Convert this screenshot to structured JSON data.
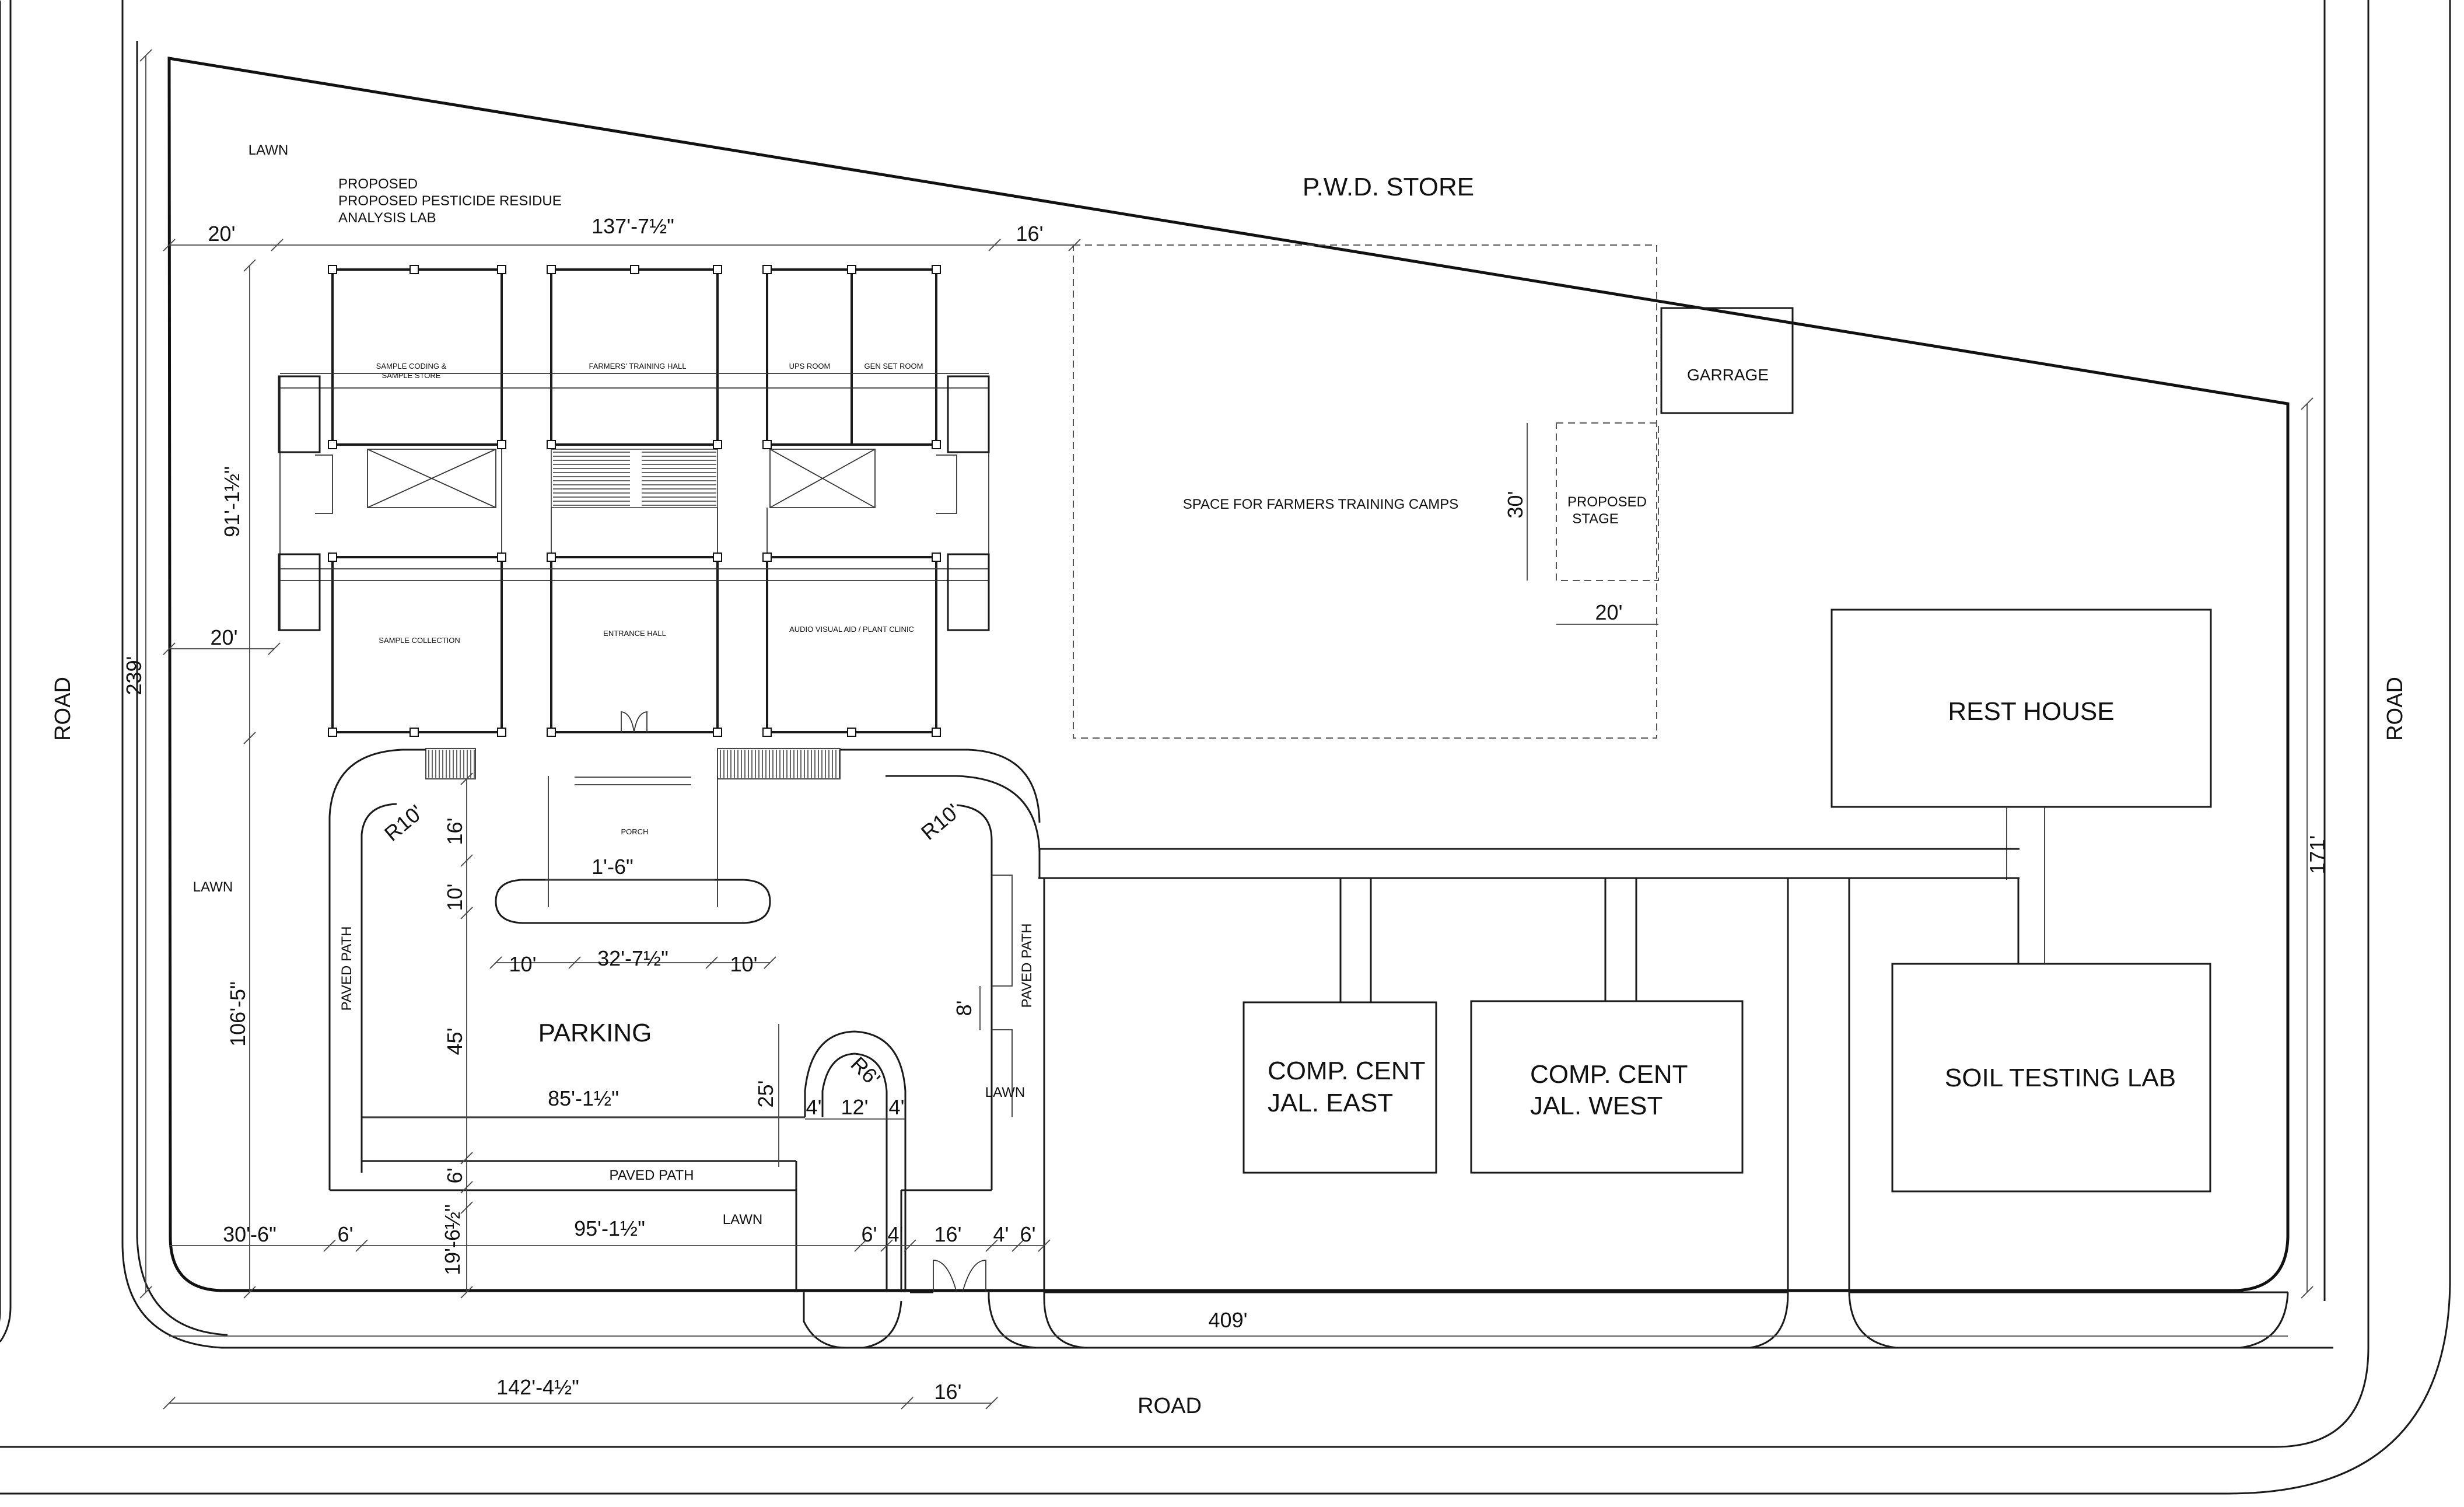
{
  "labels": {
    "road_left": "ROAD",
    "road_right": "ROAD",
    "road_bottom": "ROAD",
    "pwd_store": "P.W.D. STORE",
    "garrage": "GARRAGE",
    "space_camps": "SPACE FOR FARMERS TRAINING CAMPS",
    "proposed_stage_1": "PROPOSED",
    "proposed_stage_2": "STAGE",
    "rest_house": "REST HOUSE",
    "soil_lab": "SOIL TESTING LAB",
    "comp_east_1": "COMP. CENT",
    "comp_east_2": "JAL. EAST",
    "comp_west_1": "COMP. CENT",
    "comp_west_2": "JAL. WEST",
    "parking": "PARKING",
    "porch": "PORCH",
    "lawn_top": "LAWN",
    "lawn_left": "LAWN",
    "lawn_bottom": "LAWN",
    "lawn_right": "LAWN",
    "paved_path_left": "PAVED PATH",
    "paved_path_right": "PAVED PATH",
    "paved_path_bottom": "PAVED PATH",
    "proposed_title_1": "PROPOSED",
    "proposed_title_2": "PROPOSED PESTICIDE RESIDUE",
    "proposed_title_3": "ANALYSIS LAB"
  },
  "rooms": {
    "sample_coding_1": "SAMPLE CODING &",
    "sample_coding_2": "SAMPLE STORE",
    "farmers_hall": "FARMERS' TRAINING HALL",
    "ups_room": "UPS ROOM",
    "gen_set_room": "GEN SET ROOM",
    "sample_collection": "SAMPLE COLLECTION",
    "entrance_hall": "ENTRANCE HALL",
    "audio_visual": "AUDIO VISUAL AID / PLANT CLINIC"
  },
  "dims": {
    "d_20_top": "20'",
    "d_137": "137'-7½\"",
    "d_16_top": "16'",
    "d_91": "91'-1½\"",
    "d_20_mid": "20'",
    "d_239": "239'",
    "d_106": "106'-5\"",
    "d_R10_left": "R10'",
    "d_R10_right": "R10'",
    "d_16_porch": "16'",
    "d_1_6": "1'-6\"",
    "d_10_porch": "10'",
    "d_10_a": "10'",
    "d_32": "32'-7½\"",
    "d_10_b": "10'",
    "d_8": "8'",
    "d_45": "45'",
    "d_R6": "R6'",
    "d_25": "25'",
    "d_85": "85'-1½\"",
    "d_4_a": "4'",
    "d_12": "12'",
    "d_4_b": "4'",
    "d_6_path": "6'",
    "d_30_6": "30'-6\"",
    "d_6_a": "6'",
    "d_19_6": "19'-6½\"",
    "d_95": "95'-1½\"",
    "d_6_b": "6'",
    "d_4_c": "4'",
    "d_16_gate": "16'",
    "d_4_d": "4'",
    "d_6_c": "6'",
    "d_409": "409'",
    "d_142": "142'-4½\"",
    "d_16_bottom": "16'",
    "d_30_stage": "30'",
    "d_20_stage": "20'",
    "d_171": "171'"
  }
}
